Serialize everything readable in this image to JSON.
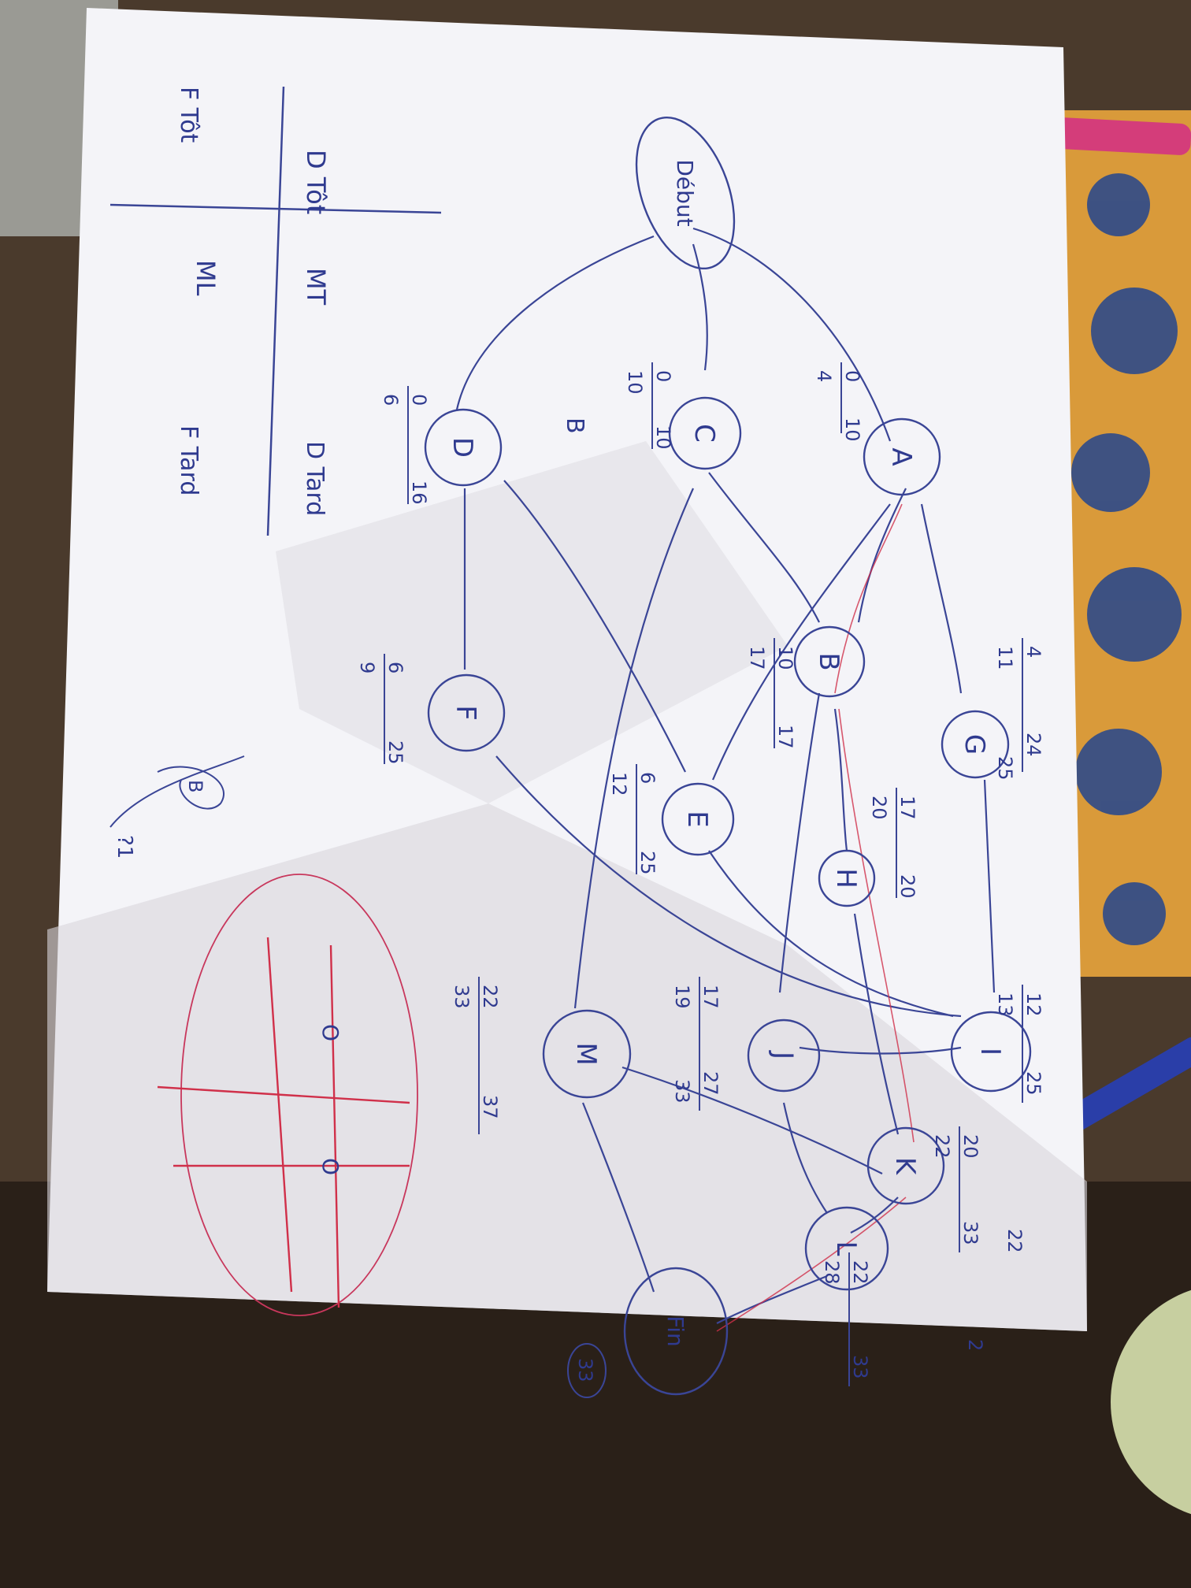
{
  "photo": {
    "background_color": "#3a2e22",
    "paper_color": "#f4f4f8",
    "ink_color": "#2f3a8f",
    "red_ink_color": "#d0304a",
    "pink_ink_color": "#c8375c"
  },
  "graph": {
    "nodes": [
      {
        "id": "debut",
        "label": "Début"
      },
      {
        "id": "A",
        "label": "A"
      },
      {
        "id": "B",
        "label": "B"
      },
      {
        "id": "C",
        "label": "C"
      },
      {
        "id": "D",
        "label": "D"
      },
      {
        "id": "E",
        "label": "E"
      },
      {
        "id": "F",
        "label": "F"
      },
      {
        "id": "G",
        "label": "G"
      },
      {
        "id": "H",
        "label": "H"
      },
      {
        "id": "I",
        "label": "I"
      },
      {
        "id": "J",
        "label": "J"
      },
      {
        "id": "K",
        "label": "K"
      },
      {
        "id": "L",
        "label": "L"
      },
      {
        "id": "M",
        "label": "M"
      },
      {
        "id": "fin",
        "label": "Fin"
      }
    ],
    "edges": [
      [
        "debut",
        "A"
      ],
      [
        "debut",
        "C"
      ],
      [
        "debut",
        "D"
      ],
      [
        "A",
        "B"
      ],
      [
        "A",
        "E"
      ],
      [
        "A",
        "G"
      ],
      [
        "C",
        "B"
      ],
      [
        "C",
        "M"
      ],
      [
        "D",
        "F"
      ],
      [
        "D",
        "E"
      ],
      [
        "B",
        "J"
      ],
      [
        "B",
        "H"
      ],
      [
        "E",
        "I"
      ],
      [
        "F",
        "I"
      ],
      [
        "G",
        "I"
      ],
      [
        "H",
        "K"
      ],
      [
        "I",
        "J"
      ],
      [
        "K",
        "M"
      ],
      [
        "J",
        "L"
      ],
      [
        "K",
        "L"
      ],
      [
        "M",
        "fin"
      ],
      [
        "L",
        "fin"
      ]
    ],
    "annotations": {
      "A_early": "0",
      "A_dur": "10",
      "A_bottom": "4",
      "C_early": "0",
      "C_dur": "10",
      "C_bottom": "10",
      "D_early": "0",
      "D_bottom": "6",
      "D_dur": "16",
      "B_early": "10",
      "B_bottom": "17",
      "B_dur": "17",
      "E_early": "6",
      "E_bottom": "12",
      "E_dur": "25",
      "F_early": "6",
      "F_bottom": "9",
      "F_dur": "25",
      "G_early": "4",
      "G_bottom": "11",
      "G_dur": "24",
      "G_extra": "25",
      "H_early": "17",
      "H_bottom": "20",
      "H_dur": "20",
      "I_early": "12",
      "I_bottom": "13",
      "I_dur": "25",
      "J_early": "17",
      "J_bottom": "19",
      "J_dur": "27",
      "J_extra": "33",
      "K_early": "20",
      "K_bottom": "22",
      "K_dur": "33",
      "L_early": "22",
      "L_bottom": "28",
      "L_dur": "33",
      "M_early": "22",
      "M_bottom": "33",
      "M_dur": "37",
      "fin_total": "33",
      "side_note": "22",
      "bottom_note": "2"
    }
  },
  "legend": {
    "top_left": "D Tôt",
    "top_right": "MT",
    "bottom_left": "F Tôt",
    "bottom_right": "ML",
    "corner_left": "D Tard",
    "corner_right": "F Tard"
  },
  "doodle": {
    "scribble": "B",
    "loop_text": "?1"
  },
  "tictactoe": {
    "marks": [
      "O",
      "O"
    ]
  },
  "margin_mark": "B"
}
